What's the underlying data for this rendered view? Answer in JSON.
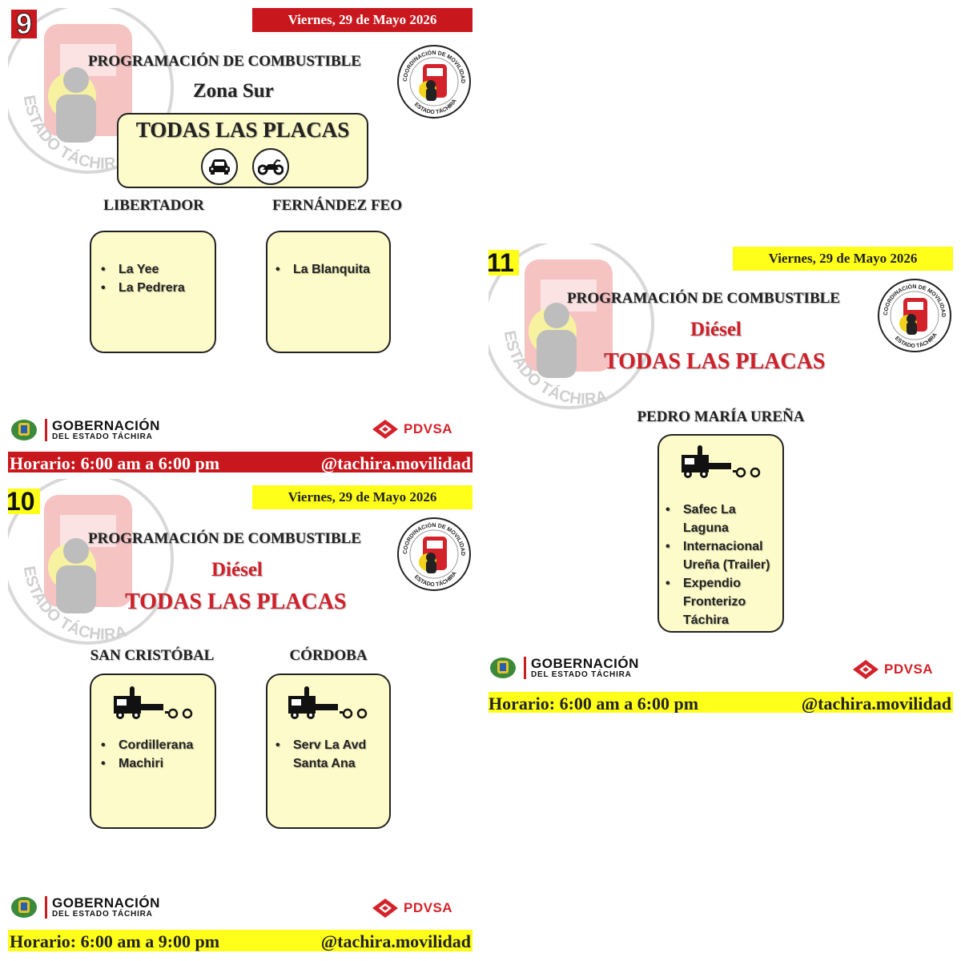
{
  "slides": [
    {
      "number": "9",
      "date": "Viernes, 29 de Mayo 2026",
      "title": "PROGRAMACIÓN DE COMBUSTIBLE",
      "zone": "Zona Sur",
      "plates": "TODAS LAS PLACAS",
      "vehicles": [
        "car-icon",
        "motorcycle-icon"
      ],
      "municipalities": [
        {
          "name": "LIBERTADOR",
          "stations": [
            "La Yee",
            "La Pedrera"
          ]
        },
        {
          "name": "FERNÁNDEZ FEO",
          "stations": [
            "La Blanquita"
          ]
        }
      ],
      "watermark_text": "ESTADO TÁCHIRA",
      "seal_top": "COORDINACIÓN DE MOVILIDAD",
      "seal_bottom": "ESTADO TÁCHIRA",
      "gov_main": "GOBERNACIÓN",
      "gov_sub": "DEL ESTADO TÁCHIRA",
      "pdvsa": "PDVSA",
      "schedule": "Horario: 6:00 am a 6:00 pm",
      "handle": "@tachira.movilidad",
      "date_bar_color": "#c8181e",
      "bottom_bar_color": "#c8181e"
    },
    {
      "number": "10",
      "date": "Viernes, 29 de Mayo 2026",
      "title": "PROGRAMACIÓN DE COMBUSTIBLE",
      "zone": "Diésel",
      "plates": "TODAS LAS PLACAS",
      "municipalities": [
        {
          "name": "SAN CRISTÓBAL",
          "stations": [
            "Cordillerana",
            "Machiri"
          ]
        },
        {
          "name": "CÓRDOBA",
          "stations": [
            "Serv La Avd Santa Ana"
          ]
        }
      ],
      "watermark_text": "ESTADO TÁCHIRA",
      "seal_top": "COORDINACIÓN DE MOVILIDAD",
      "seal_bottom": "ESTADO TÁCHIRA",
      "gov_main": "GOBERNACIÓN",
      "gov_sub": "DEL ESTADO TÁCHIRA",
      "pdvsa": "PDVSA",
      "schedule": "Horario: 6:00 am a 9:00 pm",
      "handle": "@tachira.movilidad",
      "date_bar_color": "#ffff1a",
      "bottom_bar_color": "#ffff1a"
    },
    {
      "number": "11",
      "date": "Viernes, 29 de Mayo 2026",
      "title": "PROGRAMACIÓN DE COMBUSTIBLE",
      "zone": "Diésel",
      "plates": "TODAS LAS PLACAS",
      "municipalities": [
        {
          "name": "PEDRO MARÍA UREÑA",
          "stations": [
            "Safec La Laguna",
            "Internacional Ureña (Trailer)",
            "Expendio Fronterizo Táchira"
          ]
        }
      ],
      "watermark_text": "ESTADO TÁCHIRA",
      "seal_top": "COORDINACIÓN DE MOVILIDAD",
      "seal_bottom": "ESTADO TÁCHIRA",
      "gov_main": "GOBERNACIÓN",
      "gov_sub": "DEL ESTADO TÁCHIRA",
      "pdvsa": "PDVSA",
      "schedule": "Horario: 6:00 am a 6:00 pm",
      "handle": "@tachira.movilidad",
      "date_bar_color": "#ffff1a",
      "bottom_bar_color": "#ffff1a"
    }
  ],
  "colors": {
    "red": "#c8181e",
    "yellow": "#ffff1a",
    "box_fill": "#fdfbc9",
    "diesel_red": "#d0202a"
  }
}
